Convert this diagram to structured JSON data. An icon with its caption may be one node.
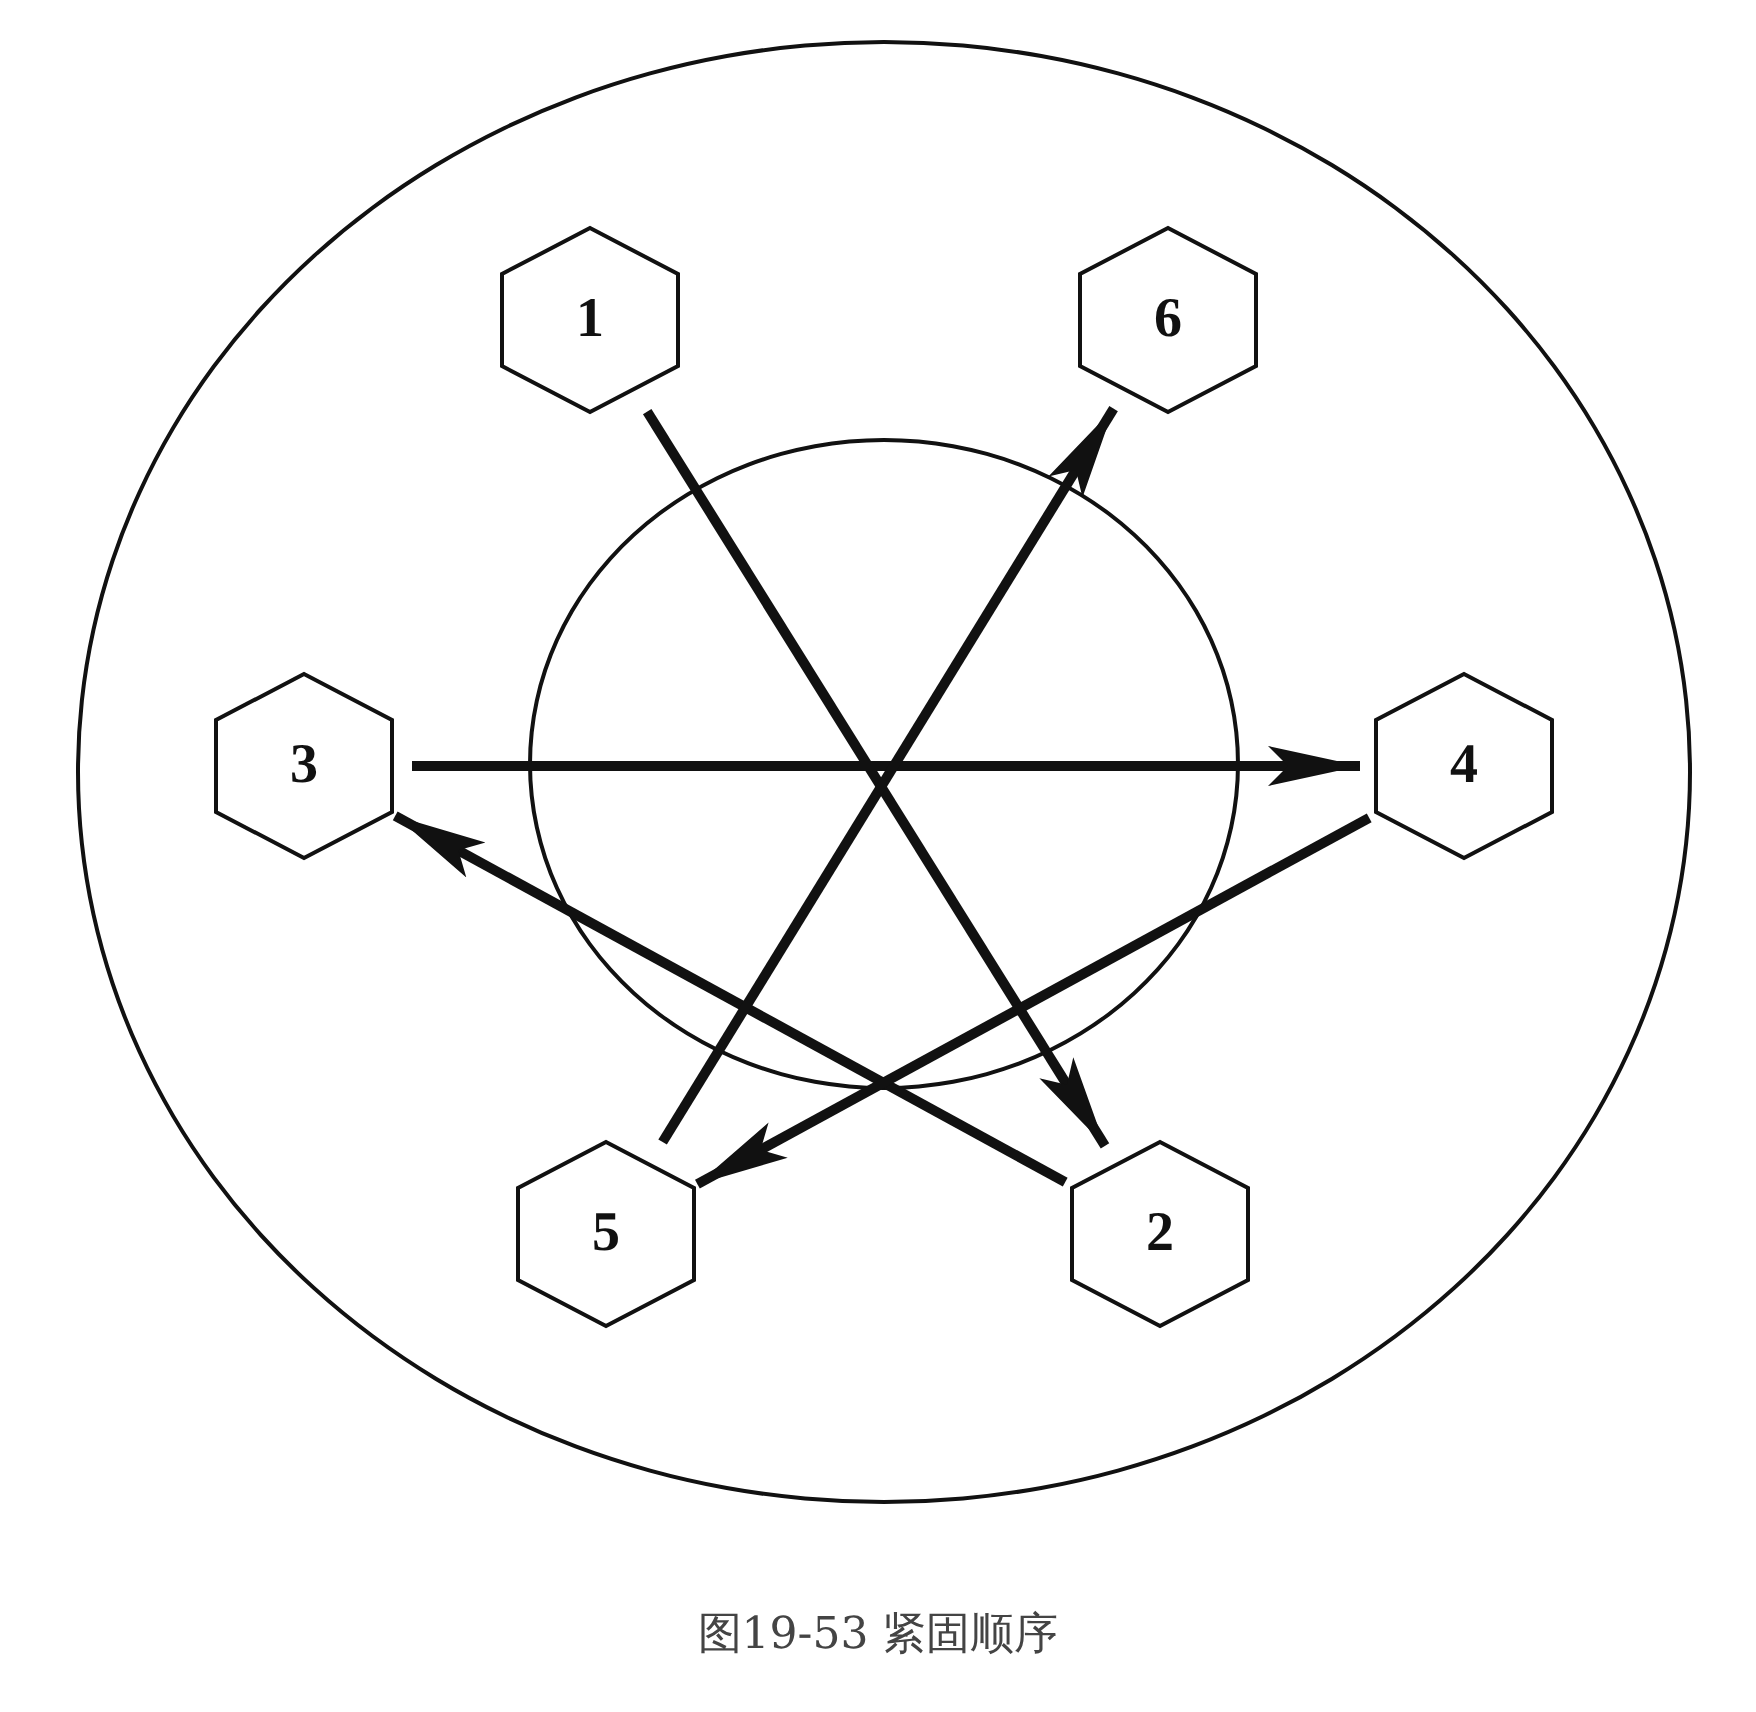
{
  "diagram": {
    "caption": "图19-53 紧固顺序",
    "nodes": [
      {
        "text": [
          "1"
        ]
      },
      {
        "text": [
          "6"
        ]
      },
      {
        "text": [
          "3"
        ]
      },
      {
        "text": [
          "4"
        ]
      },
      {
        "text": [
          "5"
        ]
      },
      {
        "text": [
          "2"
        ]
      }
    ],
    "edges": [
      {
        "from": 0,
        "to": 5,
        "arrow": "to"
      },
      {
        "from": 5,
        "to": 2,
        "arrow": "to"
      },
      {
        "from": 2,
        "to": 3,
        "arrow": "to"
      },
      {
        "from": 3,
        "to": 4,
        "arrow": "to"
      },
      {
        "from": 4,
        "to": 1,
        "arrow": "to"
      }
    ]
  }
}
